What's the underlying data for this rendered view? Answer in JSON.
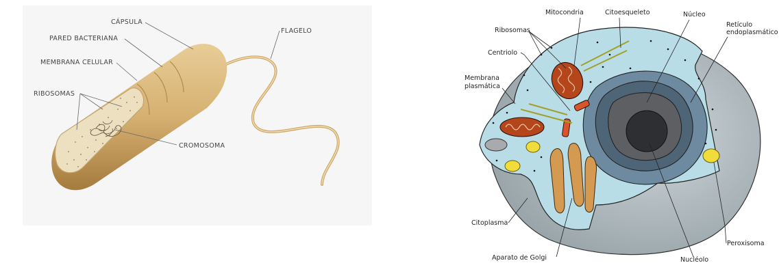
{
  "bacterium": {
    "labels": {
      "capsule": "CÁPSULA",
      "cell_wall": "PARED BACTERIANA",
      "cell_membrane": "MEMBRANA CELULAR",
      "ribosomes": "RIBOSOMAS",
      "chromosome": "CROMOSOMA",
      "flagellum": "FLAGELO"
    }
  },
  "animal_cell": {
    "labels": {
      "mitochondria": "Mitocondria",
      "cytoskeleton": "Citoesqueleto",
      "nucleus": "Núcleo",
      "er_line1": "Retículo",
      "er_line2": "endoplasmático",
      "ribosomes": "Ribosomas",
      "centriole": "Centriolo",
      "membrane_line1": "Membrana",
      "membrane_line2": "plasmática",
      "cytoplasm": "Citoplasma",
      "peroxisome": "Peroxisoma",
      "golgi": "Aparato de Golgi",
      "nucleolus": "Nucléolo"
    }
  },
  "colors": {
    "bacterium_body": "#d9b679",
    "bacterium_interior": "#ece0c0",
    "cytoplasm": "#b9dde6",
    "nucleus": "#4e6477",
    "mitochondria": "#b5451b",
    "golgi": "#d59a52",
    "peroxisome": "#f0dc3a"
  }
}
